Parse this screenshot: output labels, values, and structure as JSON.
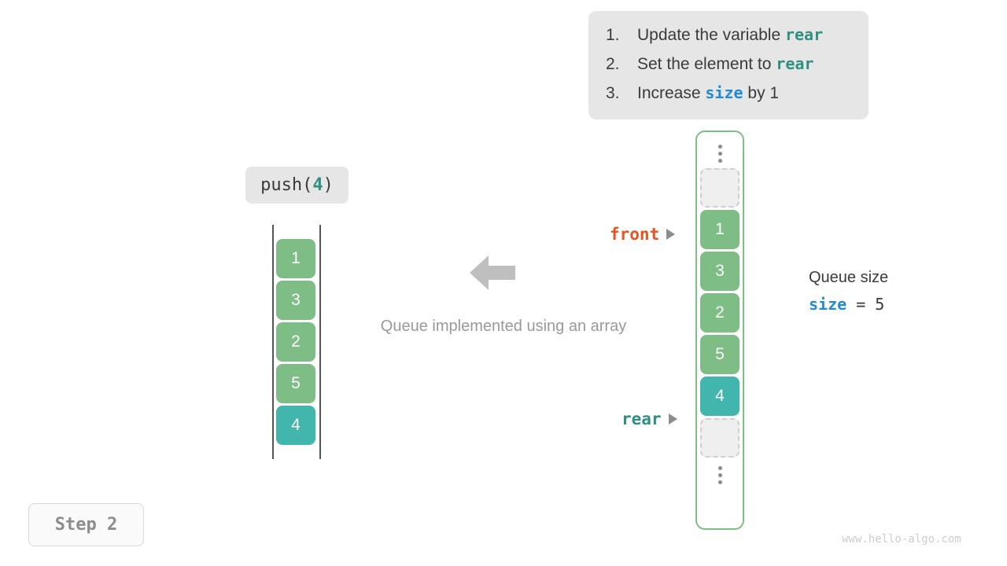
{
  "instructions": {
    "items": [
      {
        "num": "1.",
        "before": "Update the variable ",
        "keyword": "rear",
        "keyword_color": "teal",
        "after": ""
      },
      {
        "num": "2.",
        "before": "Set the element to ",
        "keyword": "rear",
        "keyword_color": "teal",
        "after": ""
      },
      {
        "num": "3.",
        "before": "Increase ",
        "keyword": "size",
        "keyword_color": "blue",
        "after": " by 1"
      }
    ]
  },
  "operation": {
    "name": "push(",
    "arg": "4",
    "close": ")"
  },
  "left_array": {
    "values": [
      "1",
      "3",
      "2",
      "5",
      "4"
    ],
    "highlight_index": 4
  },
  "center": {
    "caption": "Queue implemented using an array",
    "arrow_icon": "arrow-left-icon"
  },
  "queue_column": {
    "top_dots": "vertical-ellipsis-icon",
    "bottom_dots": "vertical-ellipsis-icon",
    "slots": [
      {
        "type": "empty",
        "value": ""
      },
      {
        "type": "green",
        "value": "1"
      },
      {
        "type": "green",
        "value": "3"
      },
      {
        "type": "green",
        "value": "2"
      },
      {
        "type": "green",
        "value": "5"
      },
      {
        "type": "teal",
        "value": "4"
      },
      {
        "type": "empty",
        "value": ""
      }
    ]
  },
  "pointers": {
    "front": "front",
    "rear": "rear"
  },
  "queue_size": {
    "title": "Queue size",
    "var": "size",
    "expr": " = 5"
  },
  "step": {
    "label": "Step 2"
  },
  "watermark": {
    "text": "www.hello-algo.com"
  },
  "colors": {
    "green": "#7fbd87",
    "teal": "#42b5ad",
    "front": "#e8541e",
    "rear": "#2f8f80",
    "size": "#1f8ad6",
    "panel_bg": "#e6e6e6"
  }
}
